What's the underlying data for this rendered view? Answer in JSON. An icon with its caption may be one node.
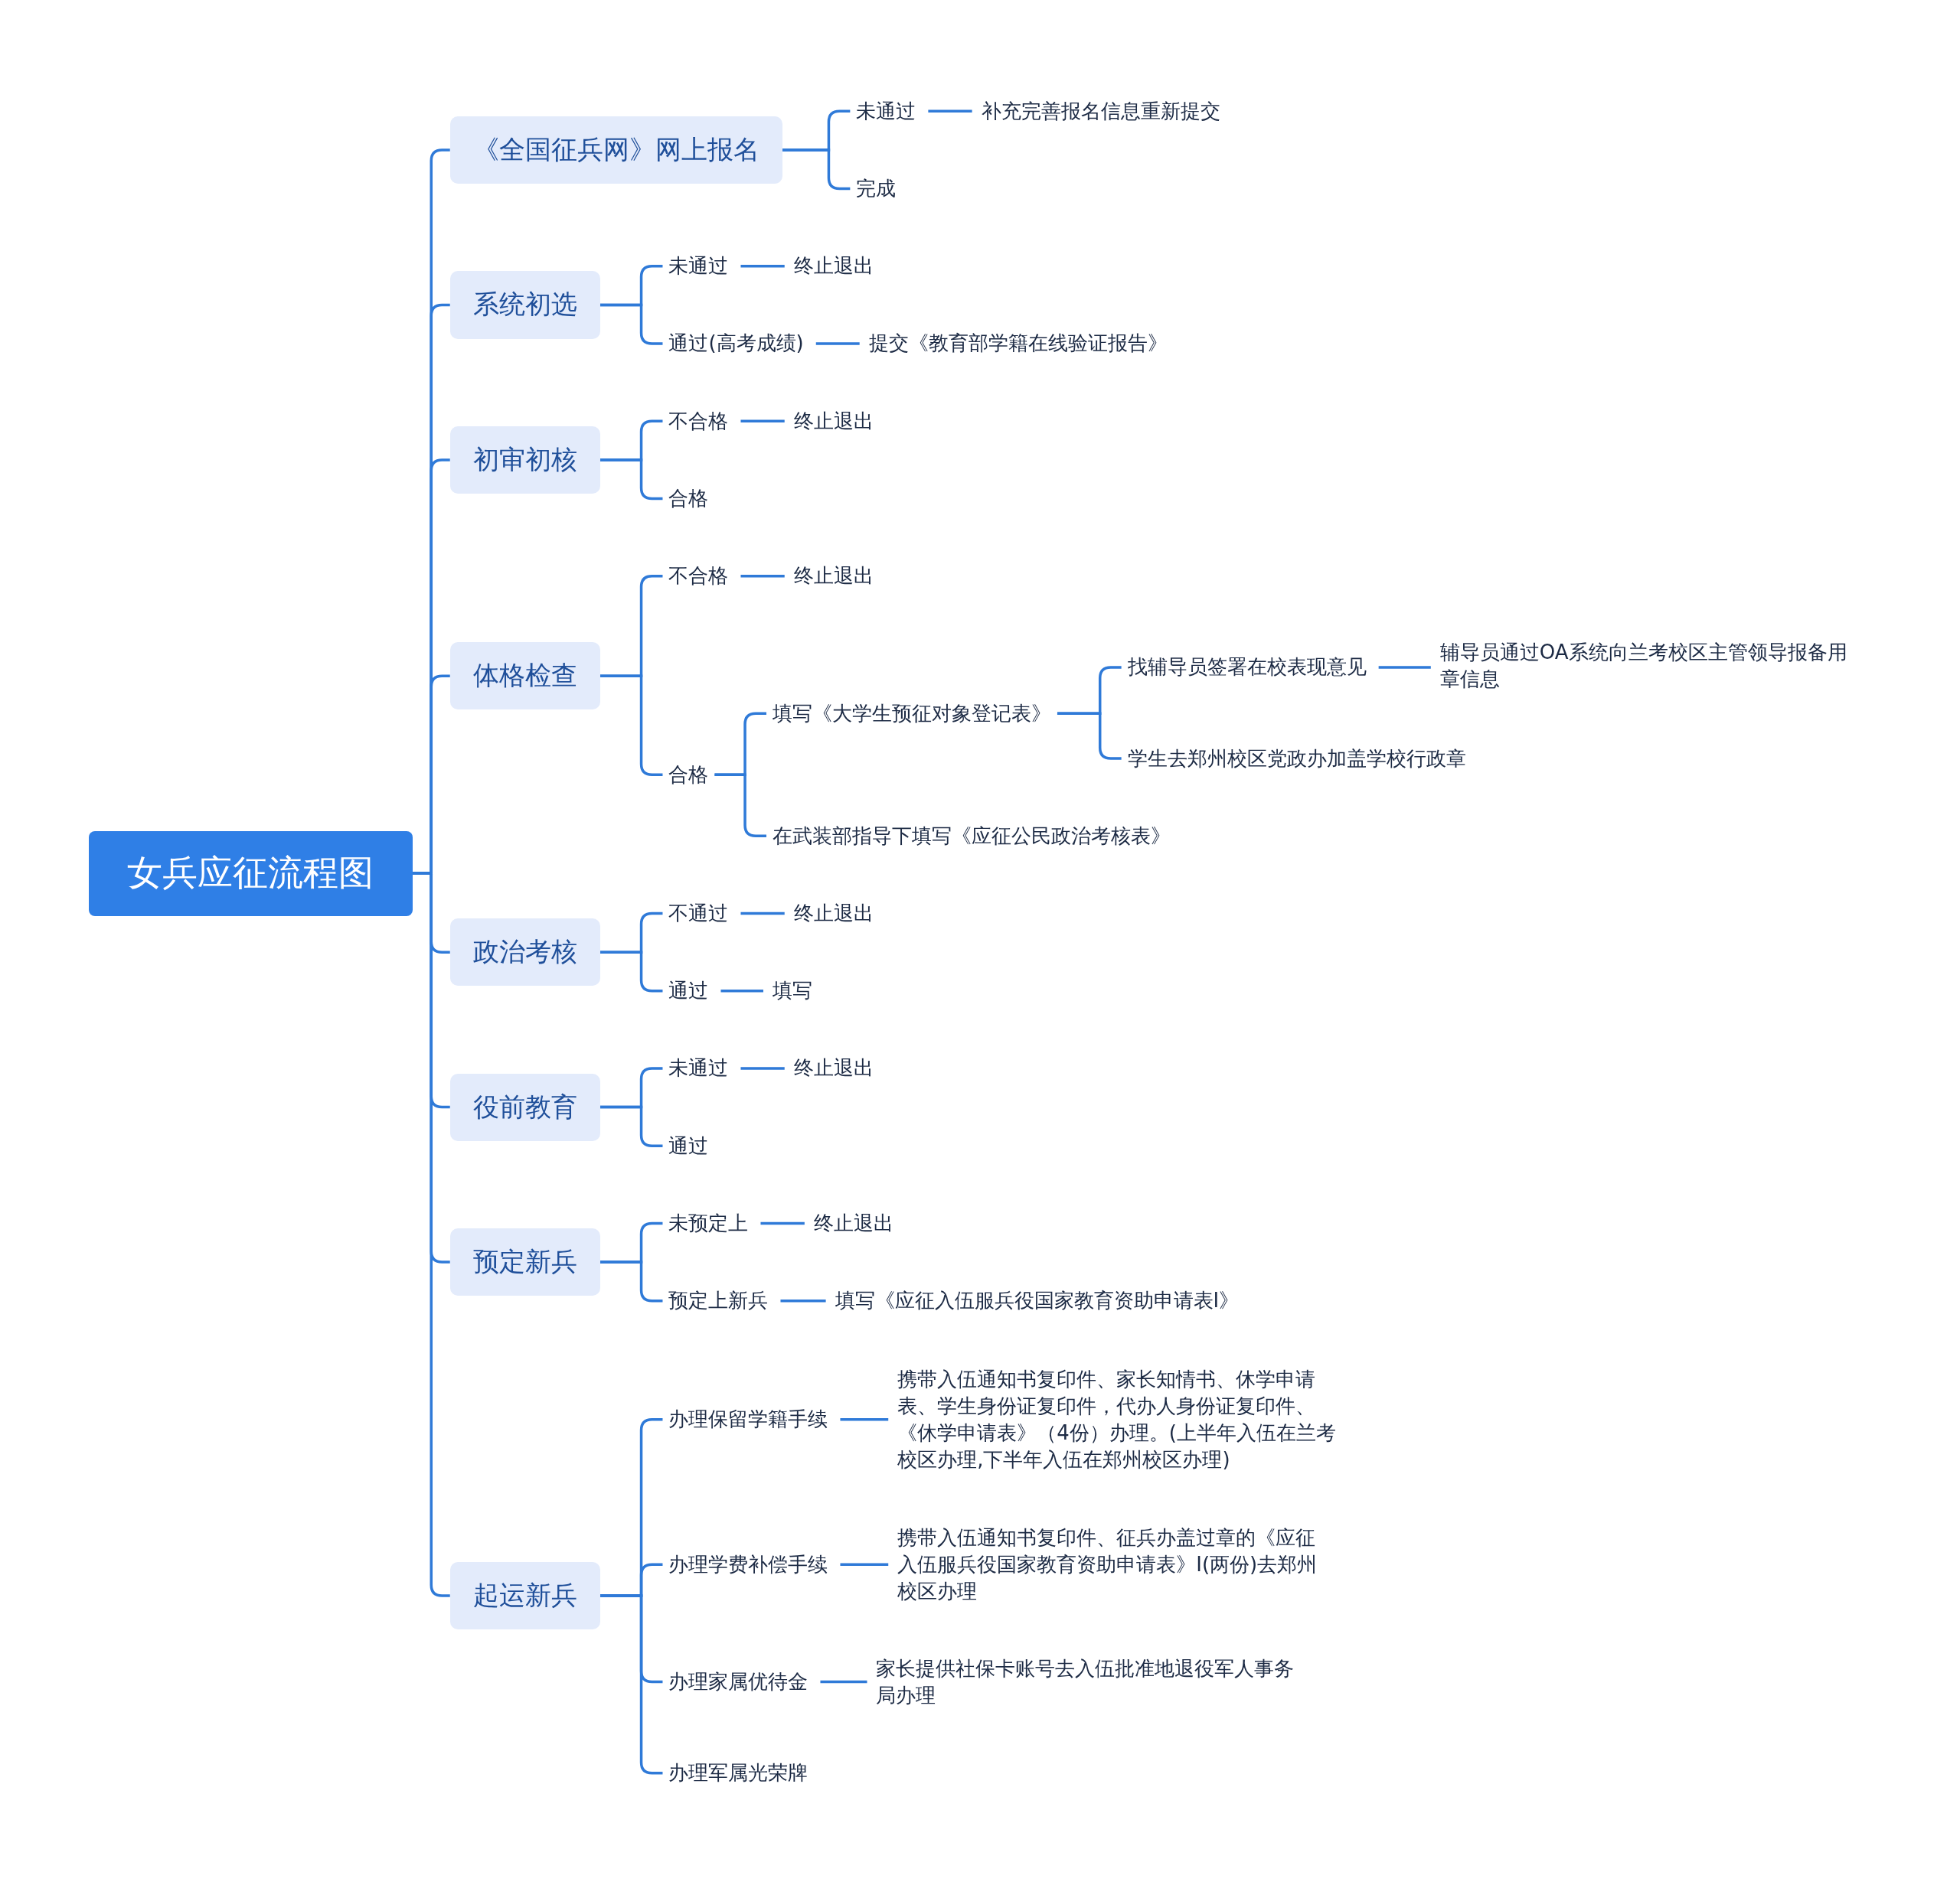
{
  "diagram": {
    "nodes": [
      {
        "text": [
          "女兵应征流程图"
        ]
      },
      {
        "text": [
          "《全国征兵网》网上报名"
        ]
      },
      {
        "text": [
          "未通过"
        ]
      },
      {
        "text": [
          "补充完善报名信息重新提交"
        ]
      },
      {
        "text": [
          "完成"
        ]
      },
      {
        "text": [
          "系统初选"
        ]
      },
      {
        "text": [
          "未通过"
        ]
      },
      {
        "text": [
          "终止退出"
        ]
      },
      {
        "text": [
          "通过(高考成绩)"
        ]
      },
      {
        "text": [
          "提交《教育部学籍在线验证报告》"
        ]
      },
      {
        "text": [
          "初审初核"
        ]
      },
      {
        "text": [
          "不合格"
        ]
      },
      {
        "text": [
          "终止退出"
        ]
      },
      {
        "text": [
          "合格"
        ]
      },
      {
        "text": [
          "体格检查"
        ]
      },
      {
        "text": [
          "不合格"
        ]
      },
      {
        "text": [
          "终止退出"
        ]
      },
      {
        "text": [
          "合格"
        ]
      },
      {
        "text": [
          "填写《大学生预征对象登记表》"
        ]
      },
      {
        "text": [
          "找辅导员签署在校表现意见"
        ]
      },
      {
        "text": [
          "辅导员通过OA系统向兰考校区主管领导报备用章信息"
        ]
      },
      {
        "text": [
          "学生去郑州校区党政办加盖学校行政章"
        ]
      },
      {
        "text": [
          "在武装部指导下填写《应征公民政治考核表》"
        ]
      },
      {
        "text": [
          "政治考核"
        ]
      },
      {
        "text": [
          "不通过"
        ]
      },
      {
        "text": [
          "终止退出"
        ]
      },
      {
        "text": [
          "通过"
        ]
      },
      {
        "text": [
          "填写"
        ]
      },
      {
        "text": [
          "役前教育"
        ]
      },
      {
        "text": [
          "未通过"
        ]
      },
      {
        "text": [
          "终止退出"
        ]
      },
      {
        "text": [
          "通过"
        ]
      },
      {
        "text": [
          "预定新兵"
        ]
      },
      {
        "text": [
          "未预定上"
        ]
      },
      {
        "text": [
          "终止退出"
        ]
      },
      {
        "text": [
          "预定上新兵"
        ]
      },
      {
        "text": [
          "填写《应征入伍服兵役国家教育资助申请表Ⅰ》"
        ]
      },
      {
        "text": [
          "起运新兵"
        ]
      },
      {
        "text": [
          "办理保留学籍手续"
        ]
      },
      {
        "text": [
          "携带入伍通知书复印件、家长知情书、休学申请表、学生身份证复印件，代办人身份证复印件、《休学申请表》（4份）办理。(上半年入伍在兰考校区办理,下半年入伍在郑州校区办理)"
        ]
      },
      {
        "text": [
          "办理学费补偿手续"
        ]
      },
      {
        "text": [
          "携带入伍通知书复印件、征兵办盖过章的《应征入伍服兵役国家教育资助申请表》Ⅰ(两份)去郑州校区办理"
        ]
      },
      {
        "text": [
          "办理家属优待金"
        ]
      },
      {
        "text": [
          "家长提供社保卡账号去入伍批准地退役军人事务局办理"
        ]
      },
      {
        "text": [
          "办理军属光荣牌"
        ]
      }
    ],
    "edges": [
      {
        "from": 0,
        "to": 1,
        "arrow": "none"
      },
      {
        "from": 1,
        "to": 2,
        "arrow": "none"
      },
      {
        "from": 2,
        "to": 3,
        "arrow": "none"
      },
      {
        "from": 1,
        "to": 4,
        "arrow": "none"
      },
      {
        "from": 0,
        "to": 5,
        "arrow": "none"
      },
      {
        "from": 5,
        "to": 6,
        "arrow": "none"
      },
      {
        "from": 6,
        "to": 7,
        "arrow": "none"
      },
      {
        "from": 5,
        "to": 8,
        "arrow": "none"
      },
      {
        "from": 8,
        "to": 9,
        "arrow": "none"
      },
      {
        "from": 0,
        "to": 10,
        "arrow": "none"
      },
      {
        "from": 10,
        "to": 11,
        "arrow": "none"
      },
      {
        "from": 11,
        "to": 12,
        "arrow": "none"
      },
      {
        "from": 10,
        "to": 13,
        "arrow": "none"
      },
      {
        "from": 0,
        "to": 14,
        "arrow": "none"
      },
      {
        "from": 14,
        "to": 15,
        "arrow": "none"
      },
      {
        "from": 15,
        "to": 16,
        "arrow": "none"
      },
      {
        "from": 14,
        "to": 17,
        "arrow": "none"
      },
      {
        "from": 17,
        "to": 18,
        "arrow": "none"
      },
      {
        "from": 18,
        "to": 19,
        "arrow": "none"
      },
      {
        "from": 19,
        "to": 20,
        "arrow": "none"
      },
      {
        "from": 18,
        "to": 21,
        "arrow": "none"
      },
      {
        "from": 17,
        "to": 22,
        "arrow": "none"
      },
      {
        "from": 0,
        "to": 23,
        "arrow": "none"
      },
      {
        "from": 23,
        "to": 24,
        "arrow": "none"
      },
      {
        "from": 24,
        "to": 25,
        "arrow": "none"
      },
      {
        "from": 23,
        "to": 26,
        "arrow": "none"
      },
      {
        "from": 26,
        "to": 27,
        "arrow": "none"
      },
      {
        "from": 0,
        "to": 28,
        "arrow": "none"
      },
      {
        "from": 28,
        "to": 29,
        "arrow": "none"
      },
      {
        "from": 29,
        "to": 30,
        "arrow": "none"
      },
      {
        "from": 28,
        "to": 31,
        "arrow": "none"
      },
      {
        "from": 0,
        "to": 32,
        "arrow": "none"
      },
      {
        "from": 32,
        "to": 33,
        "arrow": "none"
      },
      {
        "from": 33,
        "to": 34,
        "arrow": "none"
      },
      {
        "from": 32,
        "to": 35,
        "arrow": "none"
      },
      {
        "from": 35,
        "to": 36,
        "arrow": "none"
      },
      {
        "from": 0,
        "to": 37,
        "arrow": "none"
      },
      {
        "from": 37,
        "to": 38,
        "arrow": "none"
      },
      {
        "from": 38,
        "to": 39,
        "arrow": "none"
      },
      {
        "from": 37,
        "to": 40,
        "arrow": "none"
      },
      {
        "from": 40,
        "to": 41,
        "arrow": "none"
      },
      {
        "from": 37,
        "to": 42,
        "arrow": "none"
      },
      {
        "from": 42,
        "to": 43,
        "arrow": "none"
      },
      {
        "from": 37,
        "to": 44,
        "arrow": "none"
      }
    ]
  }
}
